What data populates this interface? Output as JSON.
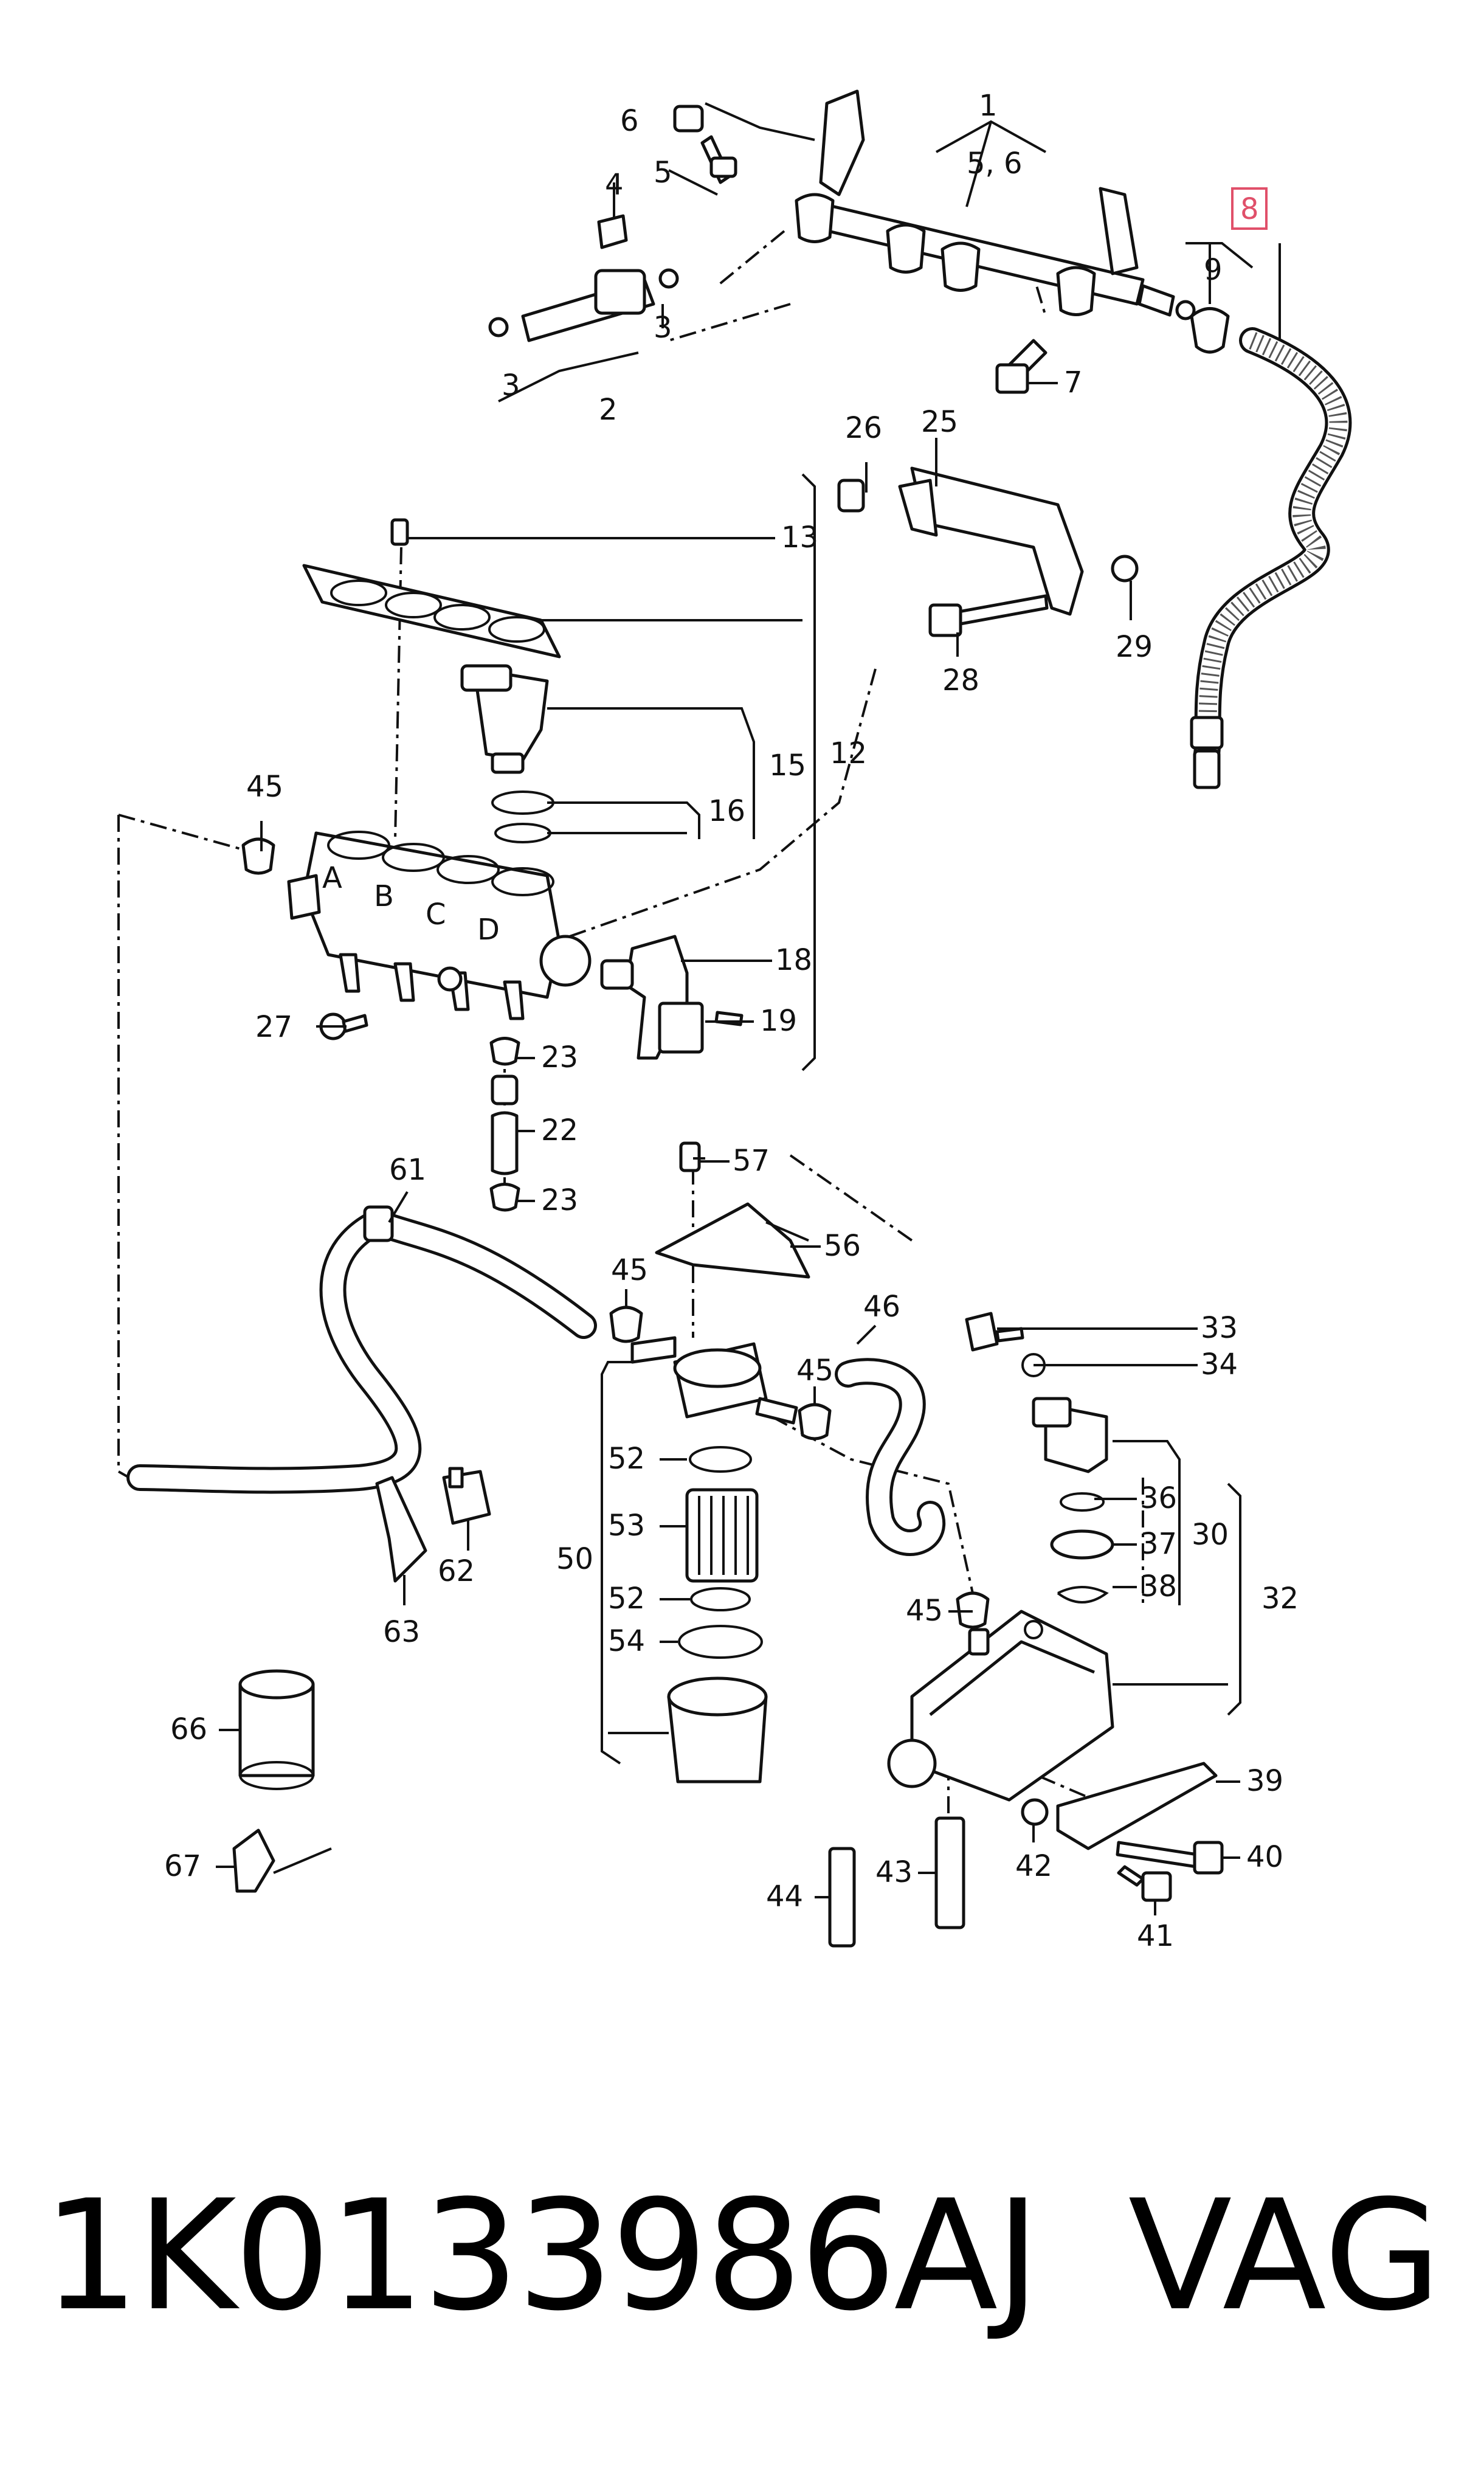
{
  "diagram": {
    "highlight_color": "#e0506a",
    "highlighted_label": "8",
    "callouts": [
      "1",
      "5, 6",
      "2",
      "3",
      "3",
      "4",
      "5",
      "6",
      "7",
      "8",
      "9",
      "12",
      "13",
      "15",
      "16",
      "18",
      "19",
      "22",
      "23",
      "23",
      "25",
      "26",
      "27",
      "28",
      "29",
      "30",
      "32",
      "33",
      "34",
      "36",
      "37",
      "38",
      "39",
      "40",
      "41",
      "42",
      "43",
      "44",
      "45",
      "45",
      "45",
      "45",
      "46",
      "50",
      "52",
      "53",
      "52",
      "54",
      "56",
      "57",
      "61",
      "62",
      "63",
      "66",
      "67"
    ],
    "port_letters": [
      "A",
      "B",
      "C",
      "D"
    ]
  },
  "caption": {
    "part_number": "1K0133986AJ",
    "brand": "VAG"
  }
}
